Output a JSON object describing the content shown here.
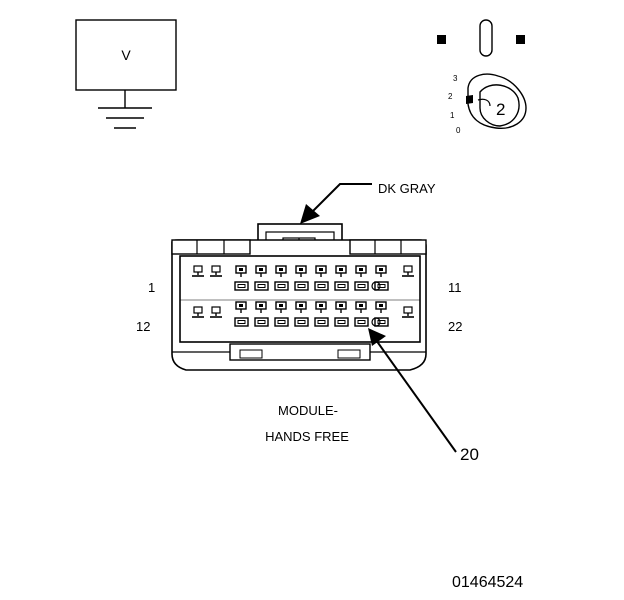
{
  "voltmeter": {
    "label": "V"
  },
  "ignition": {
    "positions": [
      "3",
      "2",
      "1",
      "0"
    ],
    "selected": "2"
  },
  "connector": {
    "wire_color": "DK GRAY",
    "pin_labels": {
      "top_left": "1",
      "top_right": "11",
      "bottom_left": "12",
      "bottom_right": "22"
    },
    "highlighted_pin": "20",
    "caption_line1": "MODULE-",
    "caption_line2": "HANDS FREE"
  },
  "figure_id": "01464524"
}
